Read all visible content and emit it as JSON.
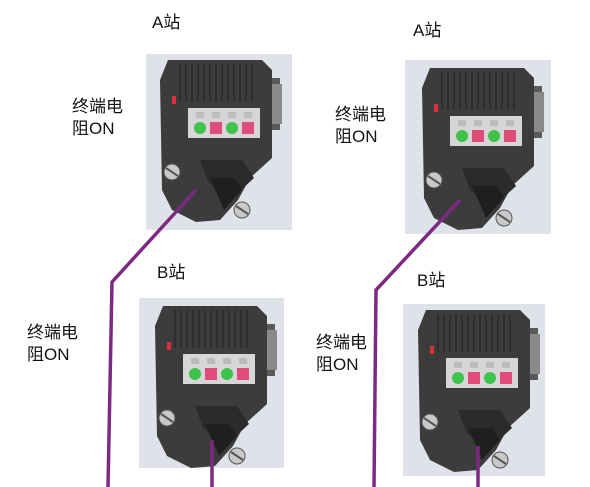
{
  "stations": [
    {
      "label": "A站"
    },
    {
      "label": "B站"
    },
    {
      "label": "A站"
    },
    {
      "label": "B站"
    }
  ],
  "resistor_label": {
    "line1": "终端电",
    "line2": "阻ON"
  },
  "colors": {
    "cable": "#7b2a82",
    "panel": "#dfe2e8",
    "connector_body": "#3c3c3c",
    "led_green": "#3ec24b",
    "led_pink": "#e04d7a"
  },
  "icons": [
    "profibus-connector-icon",
    "terminating-resistor-switch-icon",
    "screw-icon",
    "cable-icon"
  ]
}
